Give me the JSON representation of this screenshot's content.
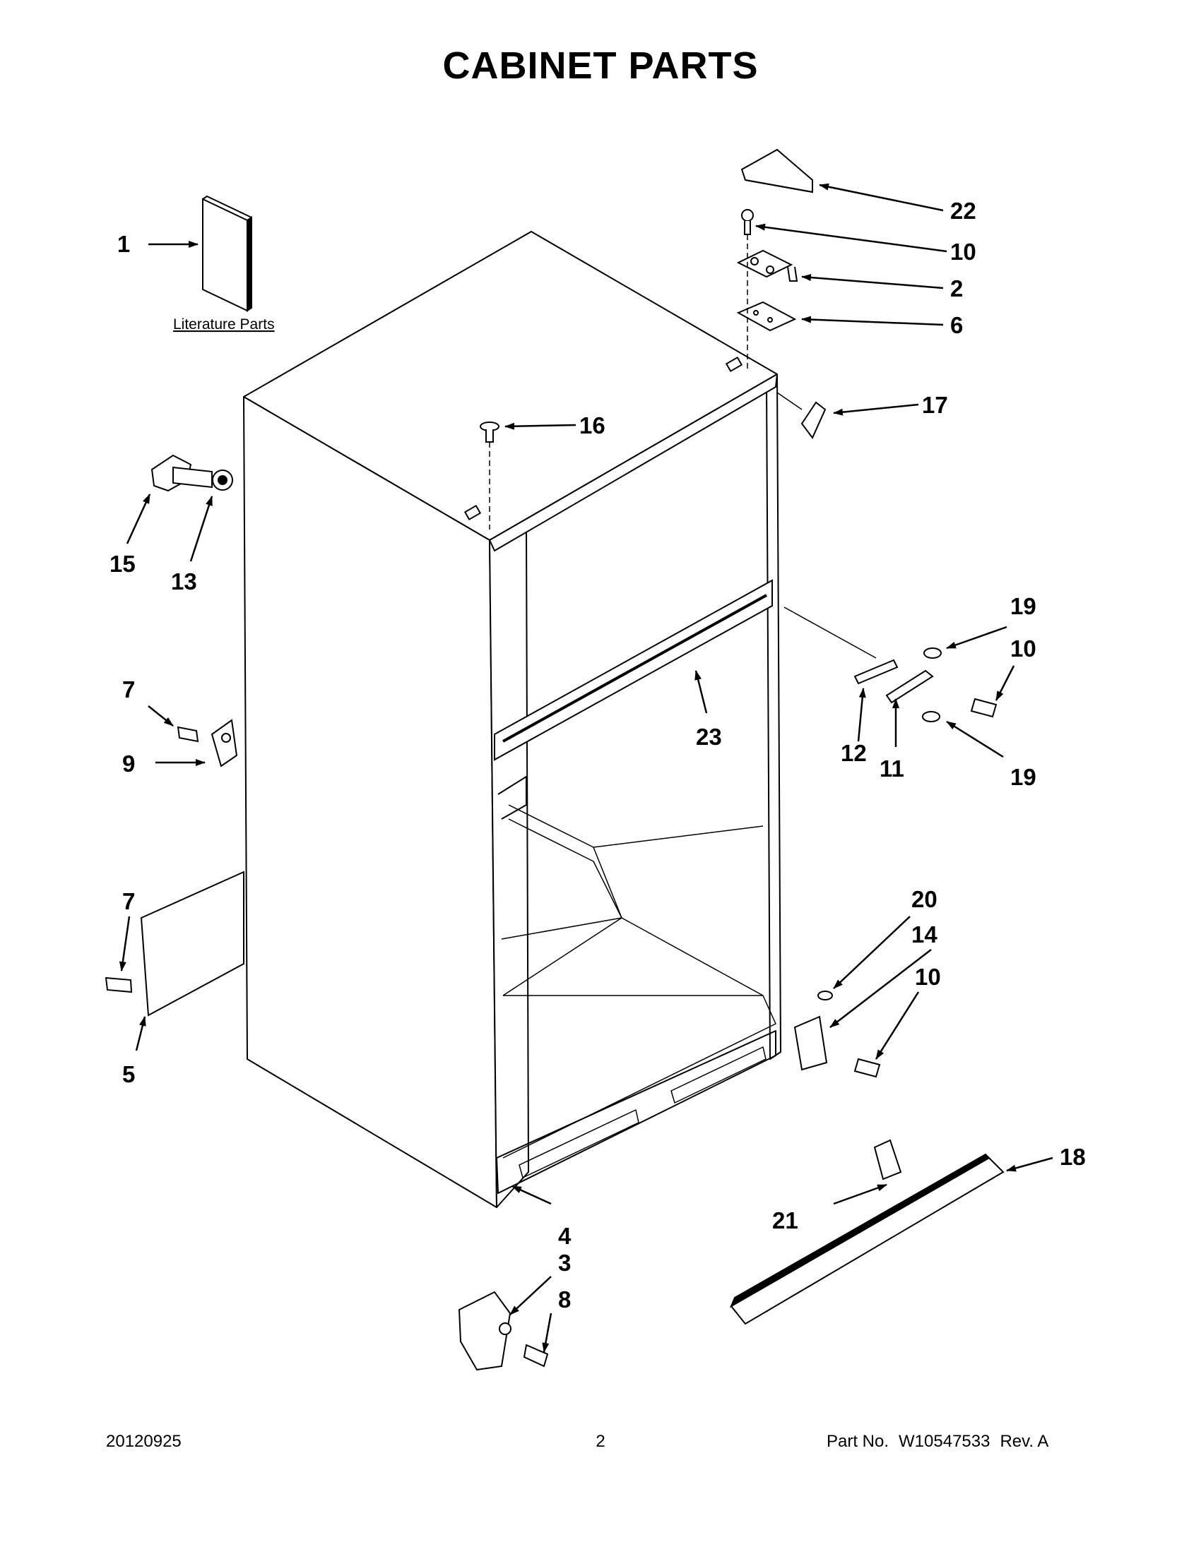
{
  "title": "CABINET PARTS",
  "literature_label": "Literature Parts",
  "callouts": {
    "c1": "1",
    "c2": "2",
    "c3": "3",
    "c4": "4",
    "c5": "5",
    "c6": "6",
    "c7a": "7",
    "c7b": "7",
    "c8": "8",
    "c9": "9",
    "c10a": "10",
    "c10b": "10",
    "c10c": "10",
    "c11": "11",
    "c12": "12",
    "c13": "13",
    "c14": "14",
    "c15": "15",
    "c16": "16",
    "c17": "17",
    "c18": "18",
    "c19a": "19",
    "c19b": "19",
    "c20": "20",
    "c21": "21",
    "c22": "22",
    "c23": "23"
  },
  "footer": {
    "date": "20120925",
    "page": "2",
    "part_label": "Part No.",
    "part_number": "W10547533",
    "rev": "Rev.  A"
  }
}
